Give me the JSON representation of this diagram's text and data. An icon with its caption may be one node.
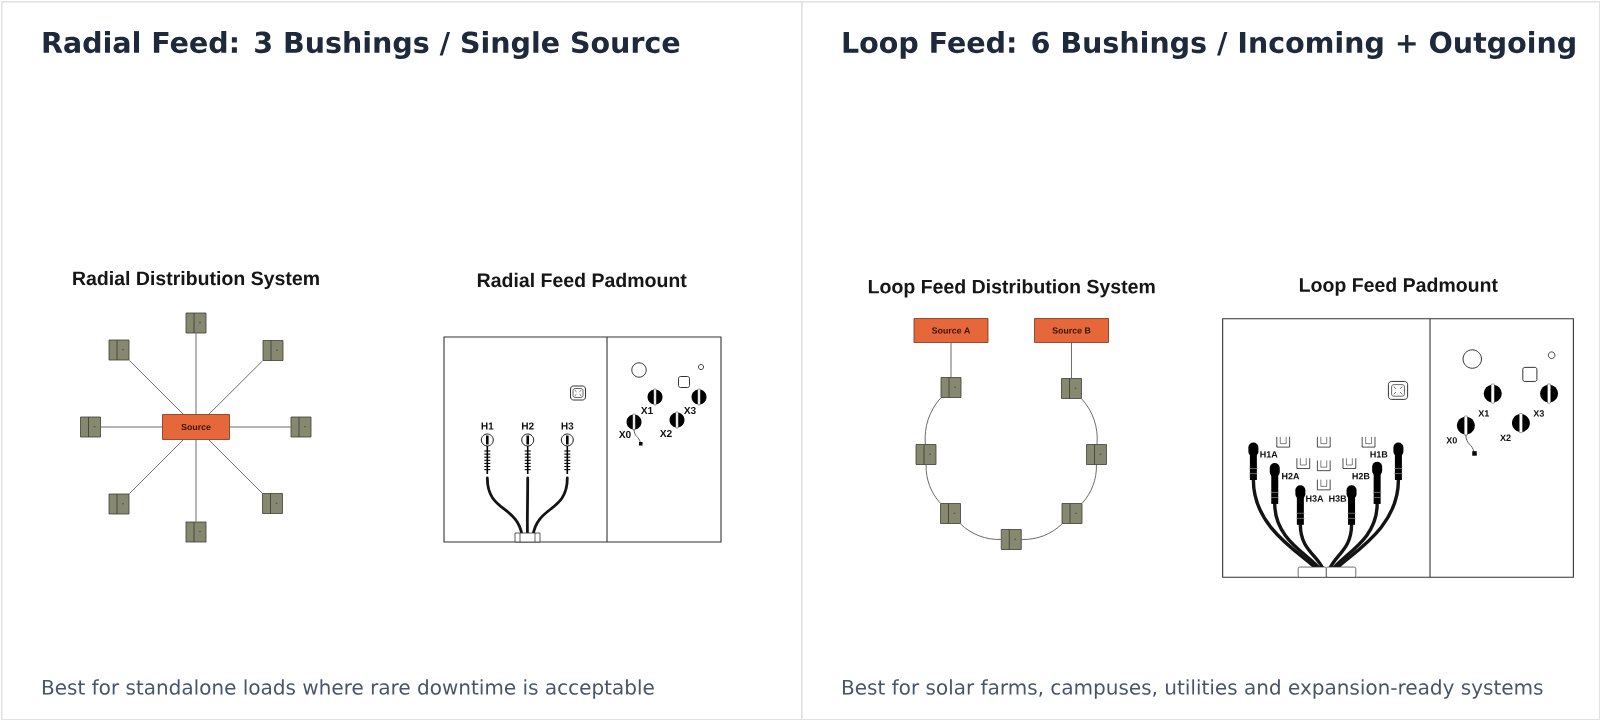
{
  "diagram": {
    "nodes": [
      {
        "text": [
          "Radial Feed: 3 Bushings / Single Source",
          "Best for standalone loads where rare downtime is acceptable"
        ]
      },
      {
        "text": [
          "Loop Feed: 6 Bushings / Incoming + Outgoing",
          "Best for solar farms, campuses, utilities and expansion-ready systems"
        ]
      },
      {
        "text": [
          "Source"
        ],
        "in": 0
      },
      {
        "text": [],
        "shape": "box",
        "in": 0
      },
      {
        "text": [],
        "shape": "box",
        "in": 0
      },
      {
        "text": [],
        "shape": "box",
        "in": 0
      },
      {
        "text": [],
        "shape": "box",
        "in": 0
      },
      {
        "text": [],
        "shape": "box",
        "in": 0
      },
      {
        "text": [],
        "shape": "box",
        "in": 0
      },
      {
        "text": [],
        "shape": "box",
        "in": 0
      },
      {
        "text": [],
        "shape": "box",
        "in": 0
      },
      {
        "text": [
          "Source A"
        ],
        "in": 1
      },
      {
        "text": [
          "Source B"
        ],
        "in": 1
      },
      {
        "text": [],
        "shape": "box",
        "in": 1
      },
      {
        "text": [],
        "shape": "box",
        "in": 1
      },
      {
        "text": [],
        "shape": "box",
        "in": 1
      },
      {
        "text": [],
        "shape": "box",
        "in": 1
      },
      {
        "text": [],
        "shape": "box",
        "in": 1
      },
      {
        "text": [],
        "shape": "box",
        "in": 1
      },
      {
        "text": [],
        "shape": "box",
        "in": 1
      }
    ],
    "edges": [
      {
        "from": 2,
        "to": 3,
        "arrow": "none"
      },
      {
        "from": 2,
        "to": 4,
        "arrow": "none"
      },
      {
        "from": 2,
        "to": 5,
        "arrow": "none"
      },
      {
        "from": 2,
        "to": 6,
        "arrow": "none"
      },
      {
        "from": 2,
        "to": 7,
        "arrow": "none"
      },
      {
        "from": 2,
        "to": 8,
        "arrow": "none"
      },
      {
        "from": 2,
        "to": 9,
        "arrow": "none"
      },
      {
        "from": 2,
        "to": 10,
        "arrow": "none"
      },
      {
        "from": 11,
        "to": 13,
        "arrow": "none"
      },
      {
        "from": 12,
        "to": 14,
        "arrow": "none"
      },
      {
        "from": 13,
        "to": 15,
        "arrow": "none"
      },
      {
        "from": 15,
        "to": 17,
        "arrow": "none"
      },
      {
        "from": 17,
        "to": 19,
        "arrow": "none"
      },
      {
        "from": 19,
        "to": 18,
        "arrow": "none"
      },
      {
        "from": 18,
        "to": 16,
        "arrow": "none"
      },
      {
        "from": 16,
        "to": 14,
        "arrow": "none"
      }
    ],
    "labels": [
      "Radial Distribution System",
      "Radial Feed Padmount",
      "H1",
      "H2",
      "H3",
      "X1",
      "X3",
      "X0",
      "X2",
      "Loop Feed Distribution System",
      "Loop Feed Padmount",
      "H1A",
      "H1B",
      "H2A",
      "H2B",
      "H3A",
      "H3B",
      "X1",
      "X3",
      "X0",
      "X2"
    ]
  }
}
